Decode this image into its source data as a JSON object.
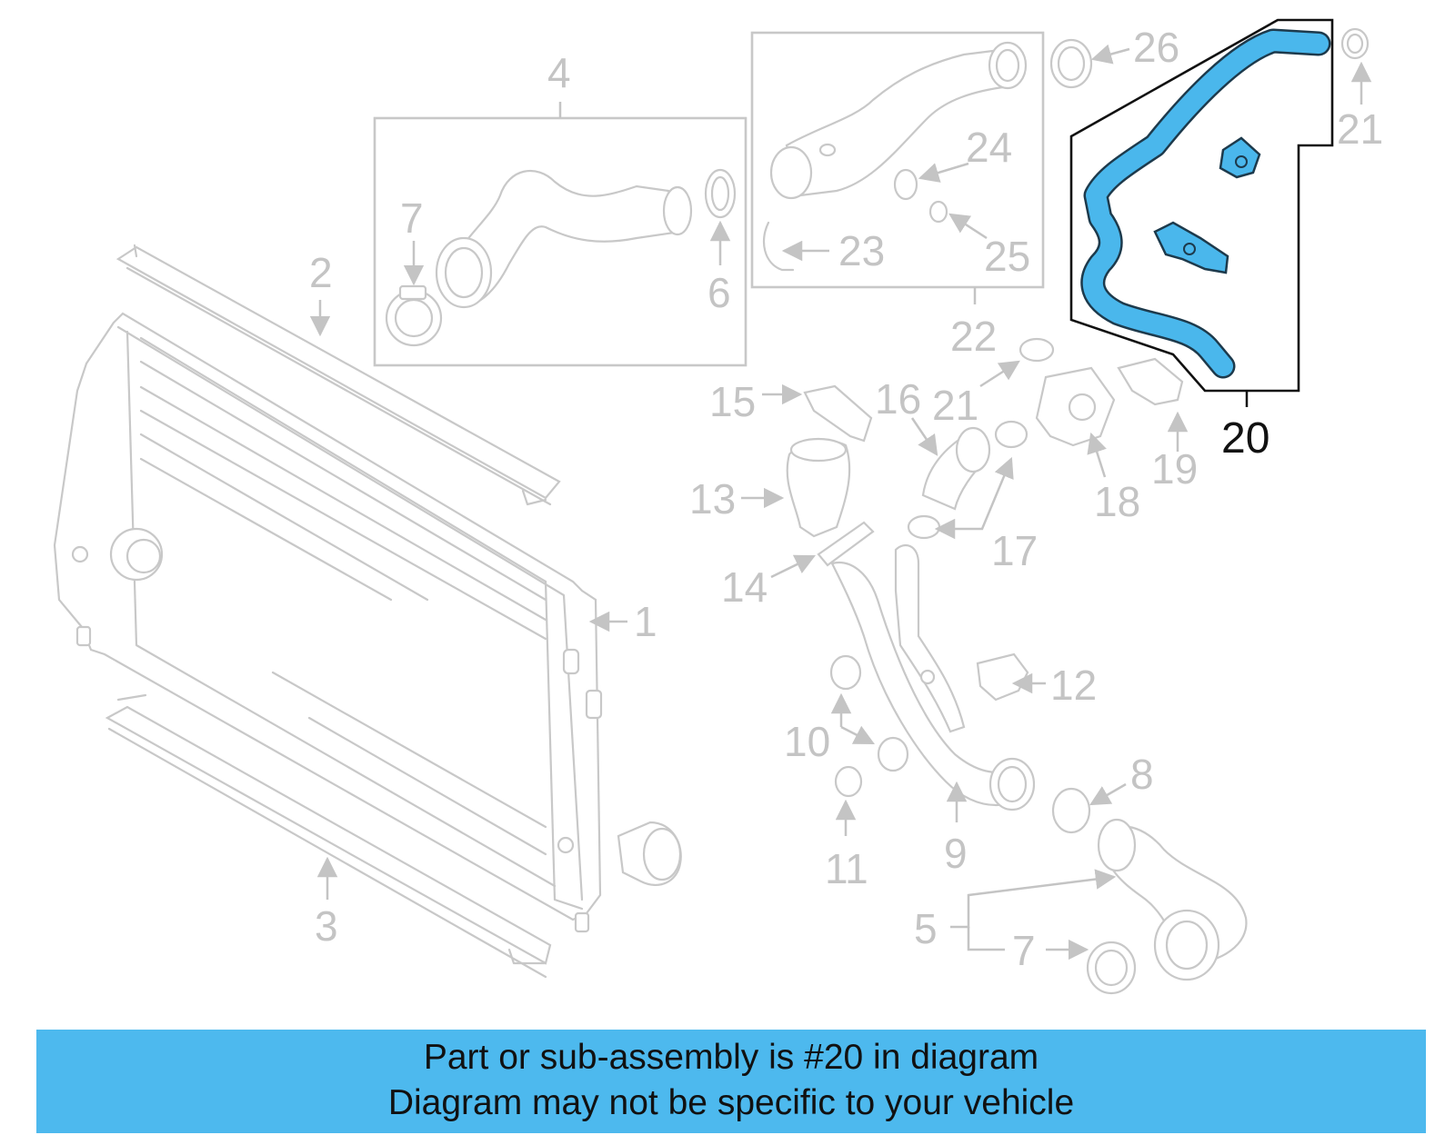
{
  "callouts": {
    "n1": "1",
    "n2": "2",
    "n3": "3",
    "n4": "4",
    "n5": "5",
    "n6": "6",
    "n7a": "7",
    "n7b": "7",
    "n8": "8",
    "n9": "9",
    "n10": "10",
    "n11": "11",
    "n12": "12",
    "n13": "13",
    "n14": "14",
    "n15": "15",
    "n16": "16",
    "n17": "17",
    "n18": "18",
    "n19": "19",
    "n20": "20",
    "n21a": "21",
    "n21b": "21",
    "n22": "22",
    "n23": "23",
    "n24": "24",
    "n25": "25",
    "n26": "26"
  },
  "highlight": {
    "part": "20",
    "color": "#4ab7ec"
  },
  "banner": {
    "line1": "Part or sub-assembly is #20 in diagram",
    "line2": "Diagram may not be specific to your vehicle",
    "color": "#4db9ee"
  }
}
